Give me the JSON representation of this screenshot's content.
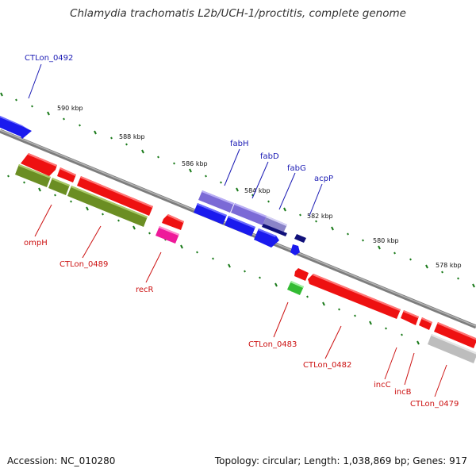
{
  "title": "Chlamydia trachomatis L2b/UCH-1/proctitis, complete genome",
  "footer": {
    "accession": "Accession: NC_010280",
    "stats": "Topology: circular; Length: 1,038,869 bp; Genes: 917"
  },
  "scale": {
    "tick_labels": [
      "590 kbp",
      "588 kbp",
      "586 kbp",
      "584 kbp",
      "582 kbp",
      "580 kbp",
      "578 kbp"
    ]
  },
  "genes": {
    "top": [
      "CTLon_0492",
      "fabH",
      "fabD",
      "fabG",
      "acpP"
    ],
    "bottom": [
      "ompH",
      "CTLon_0489",
      "recR",
      "CTLon_0483",
      "CTLon_0482",
      "incC",
      "incB",
      "CTLon_0479"
    ]
  },
  "colors": {
    "top_label": "#1a1ab4",
    "bottom_label": "#cc1111",
    "backbone": "#8c8c8c",
    "tick": "#1a7a1a",
    "red_gene": "#ee1111",
    "blue_gene": "#1a1aee",
    "olive_gene": "#6b8e23",
    "lavender_gene": "#8070d8",
    "navy_gene": "#10107a",
    "pink_gene": "#ee1a9a",
    "green_gene": "#33bb33",
    "gray_gene": "#bdbdbd"
  }
}
